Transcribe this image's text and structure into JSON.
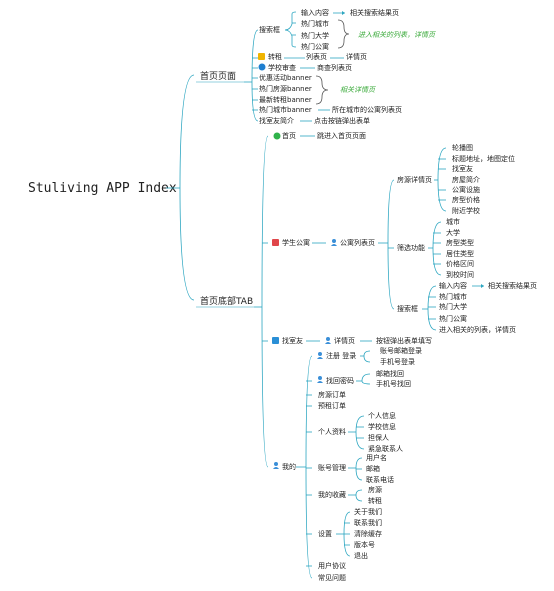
{
  "root": "Stuliving APP Index",
  "home": {
    "label": "首页页面",
    "search": {
      "label": "搜索框",
      "items": [
        "输入内容",
        "热门城市",
        "热门大学",
        "热门公寓"
      ],
      "input_result": "相关搜索结果页",
      "note": "进入相关的列表，详情页"
    },
    "rent": {
      "label": "转租",
      "list": "列表页",
      "detail": "详情页"
    },
    "school": {
      "label": "学校审查",
      "target": "商查列表页"
    },
    "banners": [
      "优惠活动banner",
      "热门房源banner",
      "最新转租banner",
      "热门城市banner"
    ],
    "banner_note": "相关详情页",
    "city_banner_target": "所在城市的公寓列表页",
    "friend": {
      "label": "找室友简介",
      "target": "点击按链弹出表单"
    }
  },
  "bottom_tab": {
    "label": "首页底部TAB",
    "home": {
      "label": "首页",
      "target": "跳进入首页页面"
    },
    "apartment": {
      "label": "学生公寓",
      "list": "公寓列表页",
      "detail": {
        "label": "房源详情页",
        "items": [
          "轮播图",
          "标题地址，地图定位",
          "找室友",
          "房屋简介",
          "公寓设施",
          "房型价格",
          "附近学校"
        ]
      },
      "filter": {
        "label": "筛选功能",
        "items": [
          "城市",
          "大学",
          "房型类型",
          "居住类型",
          "价格区间",
          "到校时间"
        ]
      },
      "search": {
        "label": "搜索框",
        "items": [
          "输入内容",
          "热门城市",
          "热门大学",
          "热门公寓",
          "进入相关的列表，详情页"
        ],
        "input_result": "相关搜索结果页"
      }
    },
    "roommate": {
      "label": "找室友",
      "detail": "详情页",
      "target": "按钮弹出表单填写"
    },
    "mine": {
      "label": "我的",
      "register": {
        "label": "注册  登录",
        "items": [
          "账号邮箱登录",
          "手机号登录"
        ]
      },
      "forgot": {
        "label": "找回密码",
        "items": [
          "邮箱找回",
          "手机号找回"
        ]
      },
      "orders": [
        "房源订单",
        "预租订单"
      ],
      "profile": {
        "label": "个人资料",
        "items": [
          "个人信息",
          "学校信息",
          "担保人",
          "紧急联系人"
        ]
      },
      "account": {
        "label": "账号管理",
        "items": [
          "用户名",
          "邮箱",
          "联系电话"
        ]
      },
      "favorites": {
        "label": "我的收藏",
        "items": [
          "房源",
          "转租"
        ]
      },
      "settings": {
        "label": "设置",
        "items": [
          "关于我们",
          "联系我们",
          "清除缓存",
          "版本号",
          "退出"
        ]
      },
      "extras": [
        "用户协议",
        "常见问题"
      ]
    }
  },
  "colors": {
    "connector": "#2aa5c0",
    "note": "#3aaa3a",
    "home_icon": "#2fb24a",
    "apartment_icon": "#e0464a",
    "roommate_icon": "#2a8fd6",
    "person_icon": "#3a8fd8",
    "rent_icon": "#f0b400",
    "school_icon": "#1f7fd0"
  }
}
